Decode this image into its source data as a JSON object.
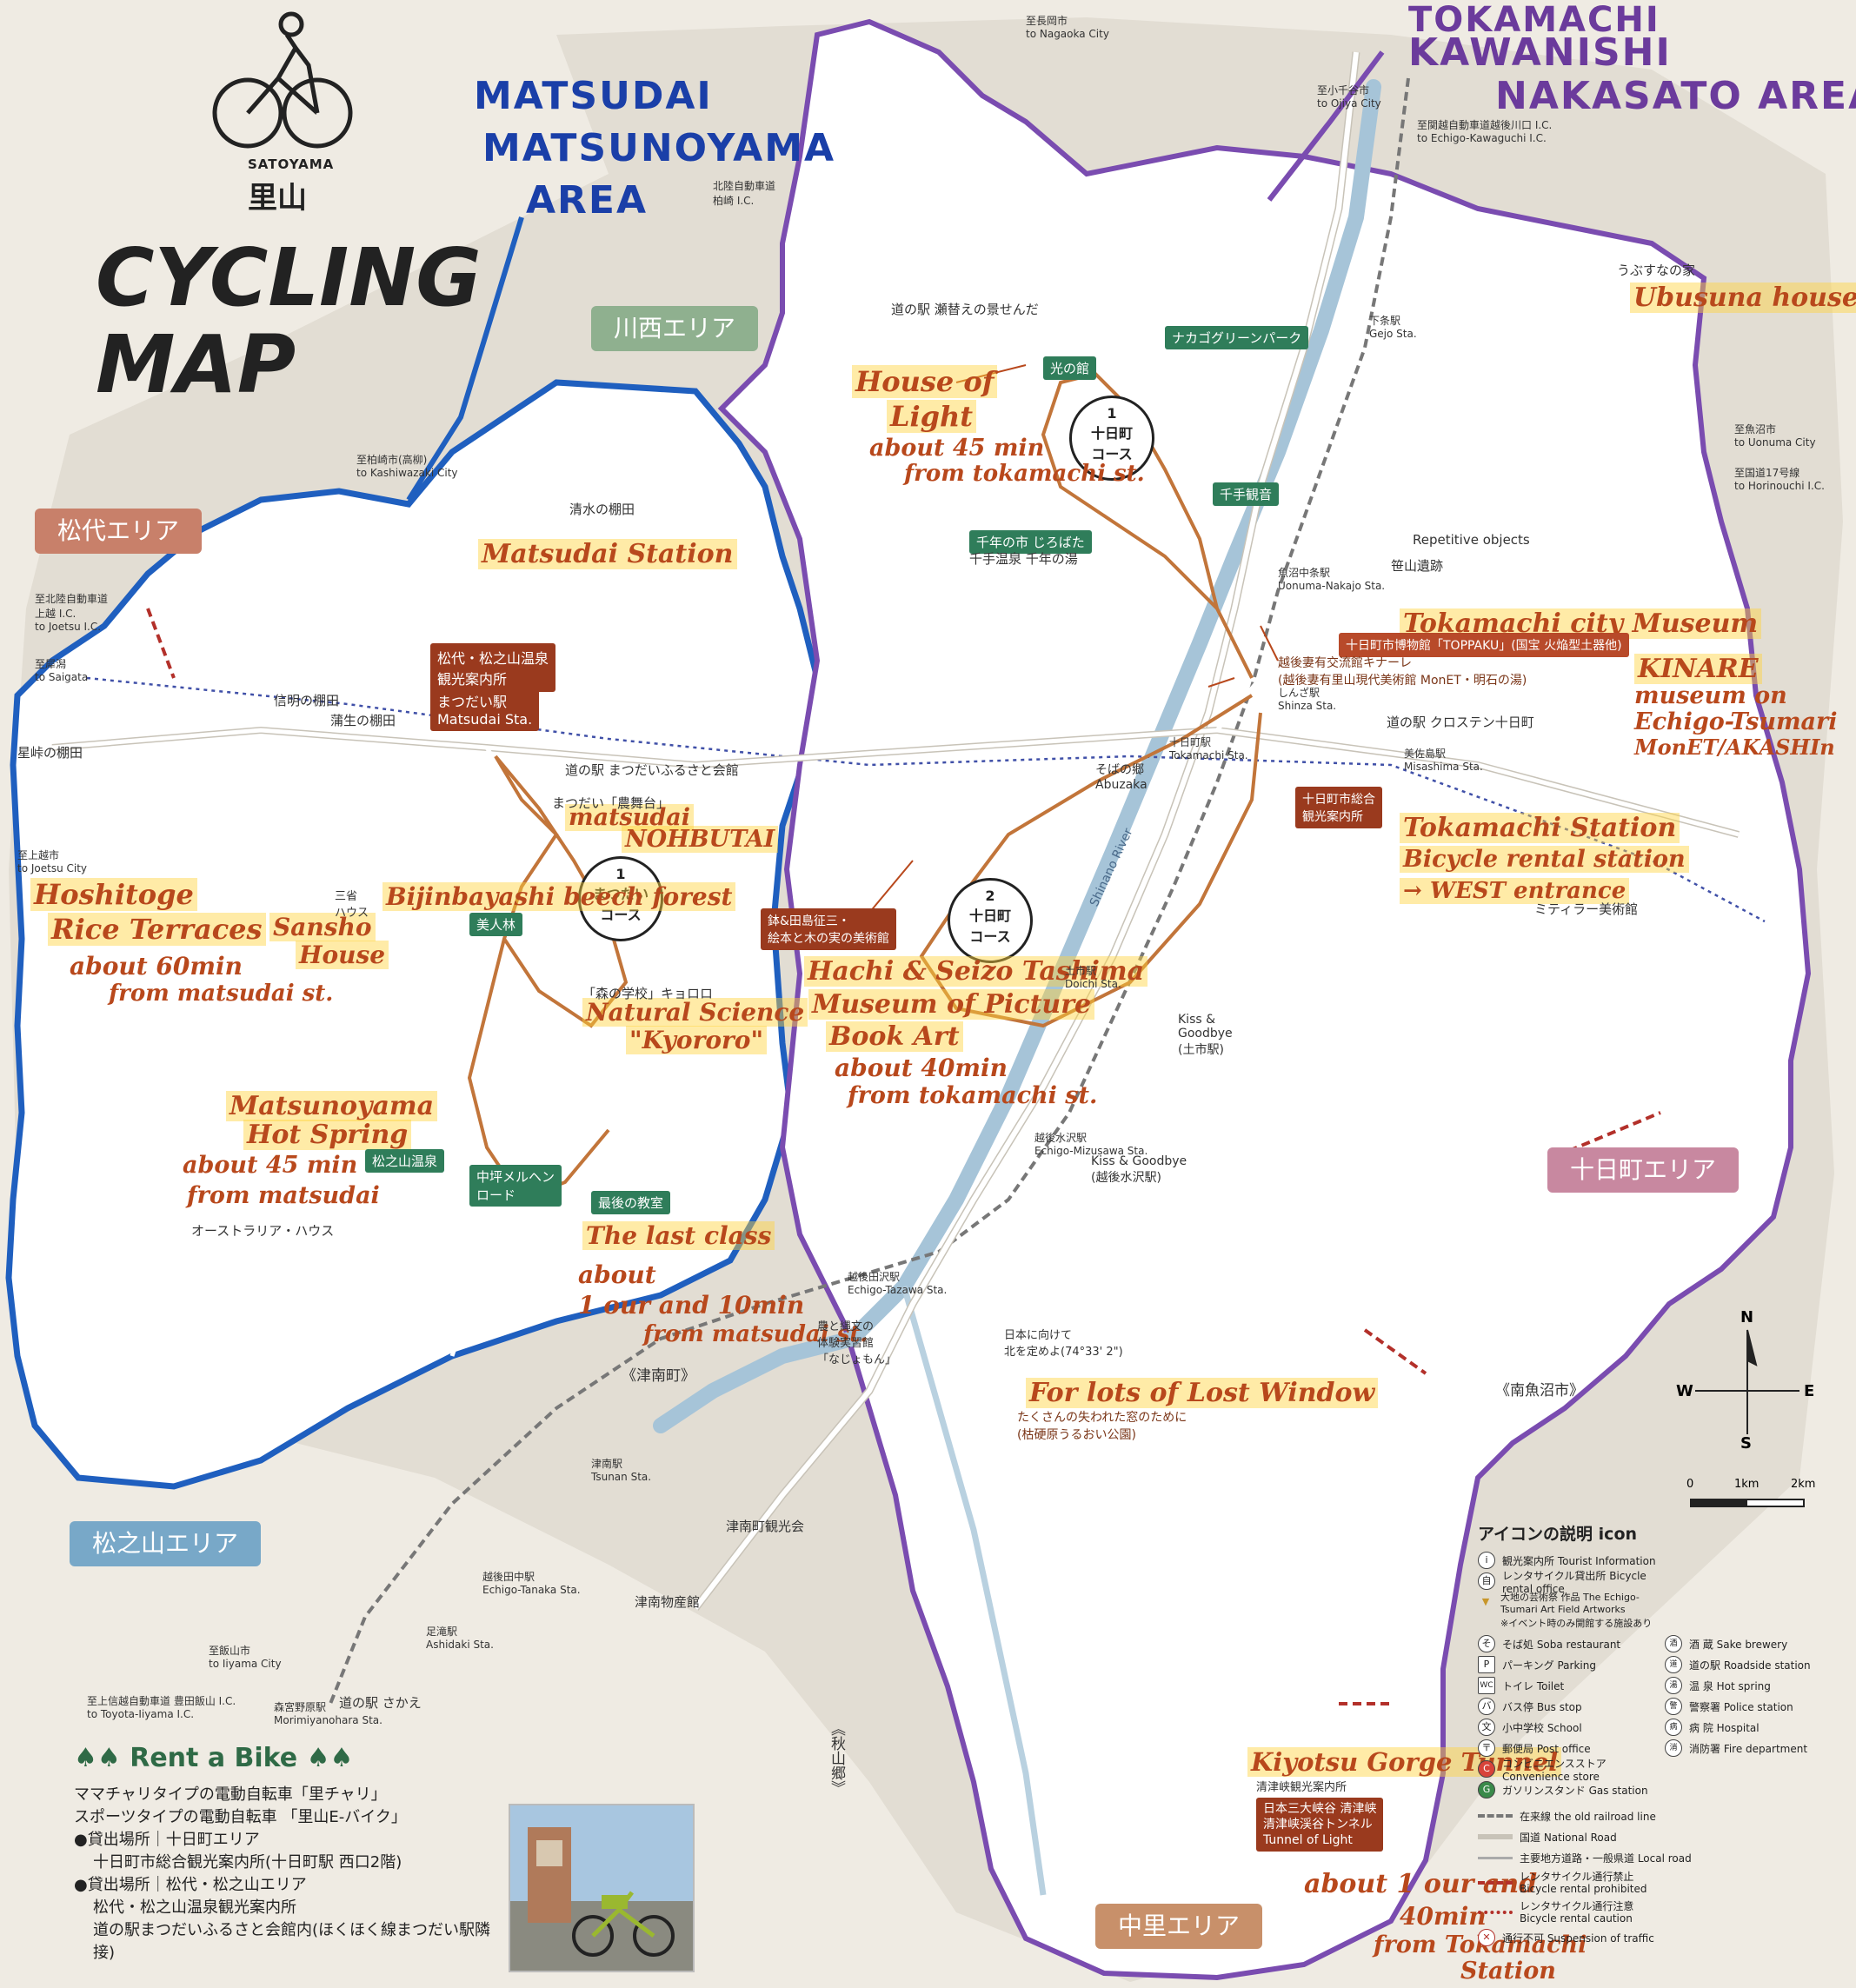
{
  "title": {
    "satoyama": "SATOYAMA",
    "kanji": "里山",
    "main": "CYCLING MAP"
  },
  "areas": {
    "matsudai_hand": [
      "MATSUDAI",
      "MATSUNOYAMA",
      "AREA"
    ],
    "kawanishi_hand": [
      "TOKAMACHI",
      "KAWANISHI",
      "NAKASATO AREA"
    ],
    "banners": {
      "matsudai": "松代エリア",
      "kawanishi": "川西エリア",
      "matsunoyama": "松之山エリア",
      "tokamachi": "十日町エリア",
      "nakasato": "中里エリア"
    }
  },
  "routes": [
    {
      "num": "1",
      "name": "まつだい",
      "sub": "コース"
    },
    {
      "num": "1",
      "name": "十日町",
      "sub": "コース"
    },
    {
      "num": "2",
      "name": "十日町",
      "sub": "コース"
    }
  ],
  "handwritten_notes": {
    "matsudai_station": "Matsudai Station",
    "hoshitoge": "Hoshitoge",
    "rice_terraces": "Rice Terraces",
    "hoshitoge_time": "about 60min",
    "hoshitoge_from": "from matsudai st.",
    "sansho": "Sansho",
    "sansho_house": "House",
    "bijinbayashi": "Bijinbayashi beech forest",
    "matsudai_nohbutai_1": "matsudai",
    "matsudai_nohbutai_2": "NOHBUTAI",
    "natural_science": "Natural Science",
    "kyororo": "\"Kyororo\"",
    "matsunoyama_hot": "Matsunoyama",
    "hot_spring": "Hot Spring",
    "hot_time": "about 45 min",
    "hot_from": "from matsudai",
    "last_class": "The last class",
    "last_time_1": "about",
    "last_time_2": "1 our and 10min",
    "last_from": "from matsudai st.",
    "house_of_light_1": "House of",
    "house_of_light_2": "Light",
    "light_time": "about 45 min",
    "light_from": "from tokamachi st.",
    "ubusuna": "Ubusuna house",
    "tokamachi_museum": "Tokamachi city Museum",
    "kinare": "KINARE",
    "monet_1": "museum on",
    "monet_2": "Echigo-Tsumari",
    "monet_3": "MonET/AKASHIn",
    "station_1": "Tokamachi Station",
    "station_2": "Bicycle rental station",
    "station_3": "→ WEST entrance",
    "hachi_1": "Hachi & Seizo Tashima",
    "hachi_2": "Museum of Picture",
    "hachi_3": "Book Art",
    "hachi_time": "about 40min",
    "hachi_from": "from tokamachi st.",
    "lost_window": "For lots of Lost Window",
    "kiyotsu": "Kiyotsu Gorge Tunnel",
    "kiyotsu_time_1": "about 1 our and",
    "kiyotsu_time_2": "40min",
    "kiyotsu_from": "from Tokamachi",
    "kiyotsu_station": "Station"
  },
  "places": {
    "nagaoka": "至長岡市\nto Nagaoka City",
    "kashiwazaki": "至柏崎市(高柳)\nto Kashiwazaki City",
    "kashiwazaki_ic": "北陸自動車道\n柏崎 I.C.",
    "joetsu_ic": "至北陸自動車道\n上越 I.C.\nto Joetsu I.C.",
    "saigata": "至犀潟\nto Saigata",
    "joetsu_city": "至上越市\nto Joetsu City",
    "ojiya": "至小千谷市\nto Ojiya City",
    "echigo_kawaguchi": "至関越自動車道越後川口 I.C.\nto Echigo-Kawaguchi I.C.",
    "uonuma": "至魚沼市\nto Uonuma City",
    "horinouchi": "至国道17号線\nto Horinouchi I.C.",
    "iiyama": "至飯山市\nto Iiyama City",
    "toyota_iiyama": "至上信越自動車道 豊田飯山 I.C.\nto Toyota-Iiyama I.C.",
    "minamiuonuma": "《南魚沼市》",
    "tsunan": "《津南町》",
    "akiyamago": "《秋山郷》",
    "shinano_river": "Shinano River",
    "matsudai_sta": "まつだい駅\nMatsudai Sta.",
    "tokamachi_sta": "十日町駅\nTokamachi Sta.",
    "shinza_sta": "しんざ駅\nShinza Sta.",
    "misashima_sta": "美佐島駅\nMisashima Sta.",
    "gejo_sta": "下条駅\nGejo Sta.",
    "uonuma_nakajo_sta": "魚沼中条駅\nUonuma-Nakajo Sta.",
    "echigo_mizusawa_sta": "越後水沢駅\nEchigo-Mizusawa Sta.",
    "echigo_tazawa_sta": "越後田沢駅\nEchigo-Tazawa Sta.",
    "tsunan_sta": "津南駅\nTsunan Sta.",
    "echigo_tanaka_sta": "越後田中駅\nEchigo-Tanaka Sta.",
    "ashidaki_sta": "足滝駅\nAshidaki Sta.",
    "morimiya_sta": "森宮野原駅\nMorimiyanohara Sta.",
    "tsuchiichi_sta": "土市駅\nDoichi Sta.",
    "shimizu_tanada": "清水の棚田",
    "hoshitoge_tanada": "星峠の棚田",
    "gamou_tanada": "蒲生の棚田",
    "shinmei_tanada": "信明の棚田",
    "kanjin": "松代・松之山温泉\n観光案内所",
    "matsudai_sta_box": "まつだい駅\nMatsudai Sta.",
    "matsudai_michi": "道の駅 まつだいふるさと会館",
    "nohbutai": "まつだい「農舞台」",
    "kyororo": "「森の学校」キョロロ",
    "bijinbayashi": "美人林",
    "sansho": "三省\nハウス",
    "matsunoyama_onsen": "松之山温泉",
    "last_class_box": "最後の教室",
    "hikari_yakata": "光の館",
    "chitose_onsen": "千手観音",
    "nakago_green": "ナカゴグリーンパーク",
    "ubusuna_ie": "うぶすなの家",
    "repetitive": "Repetitive objects",
    "sasayama": "笹山遺跡",
    "museum_toppaku": "十日町市博物館「TOPPAKU」(国宝 火焔型土器他)",
    "kinare_box": "越後妻有交流館キナーレ\n(越後妻有里山現代美術館 MonET・明石の湯)",
    "kurosuten": "道の駅 クロステン十日町",
    "tokamachi_info": "十日町市総合\n観光案内所",
    "misaki_museum": "ミティラー美術館",
    "hachi_box": "鉢&田島征三・\n絵本と木の実の美術館",
    "abuzaka": "そばの郷\nAbuzaka",
    "kiss_goodbye": "Kiss &\nGoodbye\n(土市駅)",
    "kiss_goodbye_2": "Kiss & Goodbye\n(越後水沢駅)",
    "kiyotsu_box": "日本三大峡谷 清津峡\n清津峡渓谷トンネル\nTunnel of Light",
    "kiyotsu_info": "清津峡観光案内所",
    "lost_window_jp": "たくさんの失われた窓のために\n(枯硬原うるおい公園)",
    "dainichi": "日本に向けて\n北を定めよ(74°33' 2\")",
    "tsunan_kanko": "津南町観光会",
    "michi_sakae": "道の駅 さかえ",
    "michi_sebumi": "道の駅 瀬替えの景せんだ",
    "kotsunagi": "千年の市 じろばた",
    "sennen_onsen": "千手温泉 千年の湯",
    "tsunan_bussan": "津南物産館",
    "rainbow_road": "中坪メルヘン\nロード",
    "australia": "オーストラリア・ハウス",
    "tazawa": "農と縄文の\n体験実習館\n「なじょもん」"
  },
  "compass": {
    "n": "N",
    "s": "S",
    "w": "W",
    "e": "E"
  },
  "scale": {
    "t0": "0",
    "t1": "1km",
    "t2": "2km"
  },
  "legend": {
    "title": "アイコンの説明 icon",
    "items": [
      {
        "sym": "i",
        "label": "観光案内所 Tourist Information"
      },
      {
        "sym": "自",
        "label": "レンタサイクル貸出所 Bicycle rental office"
      },
      {
        "sym": "▼",
        "label": "大地の芸術祭 作品 The Echigo-Tsumari Art Field Artworks"
      },
      {
        "sym": "",
        "label": "※イベント時のみ開館する施設あり"
      },
      {
        "sym": "そ",
        "label": "そば処 Soba restaurant"
      },
      {
        "sym": "P",
        "label": "パーキング Parking"
      },
      {
        "sym": "WC",
        "label": "トイレ Toilet"
      },
      {
        "sym": "バ",
        "label": "バス停 Bus stop"
      },
      {
        "sym": "文",
        "label": "小中学校 School"
      },
      {
        "sym": "〒",
        "label": "郵便局 Post office"
      },
      {
        "sym": "C",
        "label": "コンビニエンスストア Convenience store"
      },
      {
        "sym": "G",
        "label": "ガソリンスタンド Gas station"
      }
    ],
    "items_right": [
      {
        "sym": "酒",
        "label": "酒 蔵 Sake brewery"
      },
      {
        "sym": "道",
        "label": "道の駅 Roadside station"
      },
      {
        "sym": "湯",
        "label": "温 泉 Hot spring"
      },
      {
        "sym": "警",
        "label": "警察署 Police station"
      },
      {
        "sym": "病",
        "label": "病 院 Hospital"
      },
      {
        "sym": "消",
        "label": "消防署 Fire department"
      }
    ],
    "lines": [
      {
        "style": "dashed-gray",
        "label": "在来線 the old railroad line"
      },
      {
        "style": "solid-white",
        "label": "国道 National Road"
      },
      {
        "style": "solid-thin",
        "label": "主要地方道路・一般県道 Local road"
      },
      {
        "style": "dashed-red",
        "label": "レンタサイクル通行禁止\nBicycle rental prohibited"
      },
      {
        "style": "dotted-red",
        "label": "レンタサイクル通行注意\nBicycle rental caution"
      },
      {
        "style": "x-red",
        "label": "通行不可 Suspension of traffic"
      }
    ]
  },
  "rent": {
    "heading": "Rent a Bike",
    "line1": "ママチャリタイプの電動自転車「里チャリ」",
    "line2": "スポーツタイプの電動自転車 「里山E-バイク」",
    "line3": "●貸出場所｜十日町エリア",
    "line4": "十日町市総合観光案内所(十日町駅 西口2階)",
    "line5": "●貸出場所｜松代・松之山エリア",
    "line6": "松代・松之山温泉観光案内所",
    "line7": "道の駅まつだいふるさと会館内(ほくほく線まつだい駅隣接)"
  },
  "colors": {
    "blue_outline": "#1f5fbf",
    "purple_outline": "#7a4cb0",
    "orange_ink": "#b8481c",
    "rail_orange": "#c2753a",
    "road": "#ffffff",
    "land": "#efebe3",
    "matsudai_fill": "#ffffff"
  }
}
